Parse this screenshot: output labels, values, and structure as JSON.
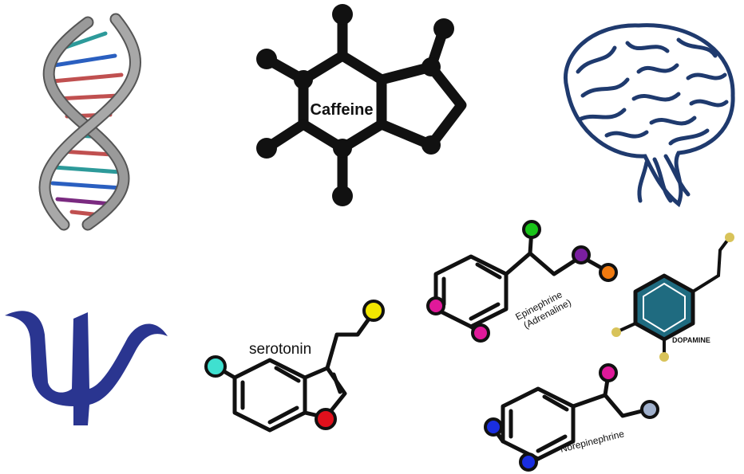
{
  "labels": {
    "caffeine": "Caffeine",
    "epinephrine_line1": "Epinephrine",
    "epinephrine_line2": "(Adrenaline)",
    "dopamine": "DOPAMINE",
    "serotonin": "serotonin",
    "norepinephrine": "Norepinephrine"
  },
  "icons": {
    "dna": "dna-helix-icon",
    "caffeine": "caffeine-molecule-icon",
    "brain": "brain-icon",
    "psi": "psi-symbol-icon",
    "serotonin": "serotonin-molecule-icon",
    "epinephrine": "epinephrine-molecule-icon",
    "dopamine": "dopamine-molecule-icon",
    "norepinephrine": "norepinephrine-molecule-icon"
  },
  "colors": {
    "dna_strand": "#8e8e8e",
    "molecule_line": "#111111",
    "brain": "#1f3a6e",
    "psi": "#2a3590",
    "dopamine_ring": "#1f6b80",
    "atom_yellow": "#f2e600",
    "atom_cyan": "#3fe0d0",
    "atom_red": "#e0101c",
    "atom_green": "#19c419",
    "atom_purple": "#7a1fa0",
    "atom_orange": "#f07a10",
    "atom_magenta": "#e0199a",
    "atom_blue": "#1a2ee0",
    "atom_gold": "#d8c35a",
    "atom_steel": "#a0b0cc"
  }
}
